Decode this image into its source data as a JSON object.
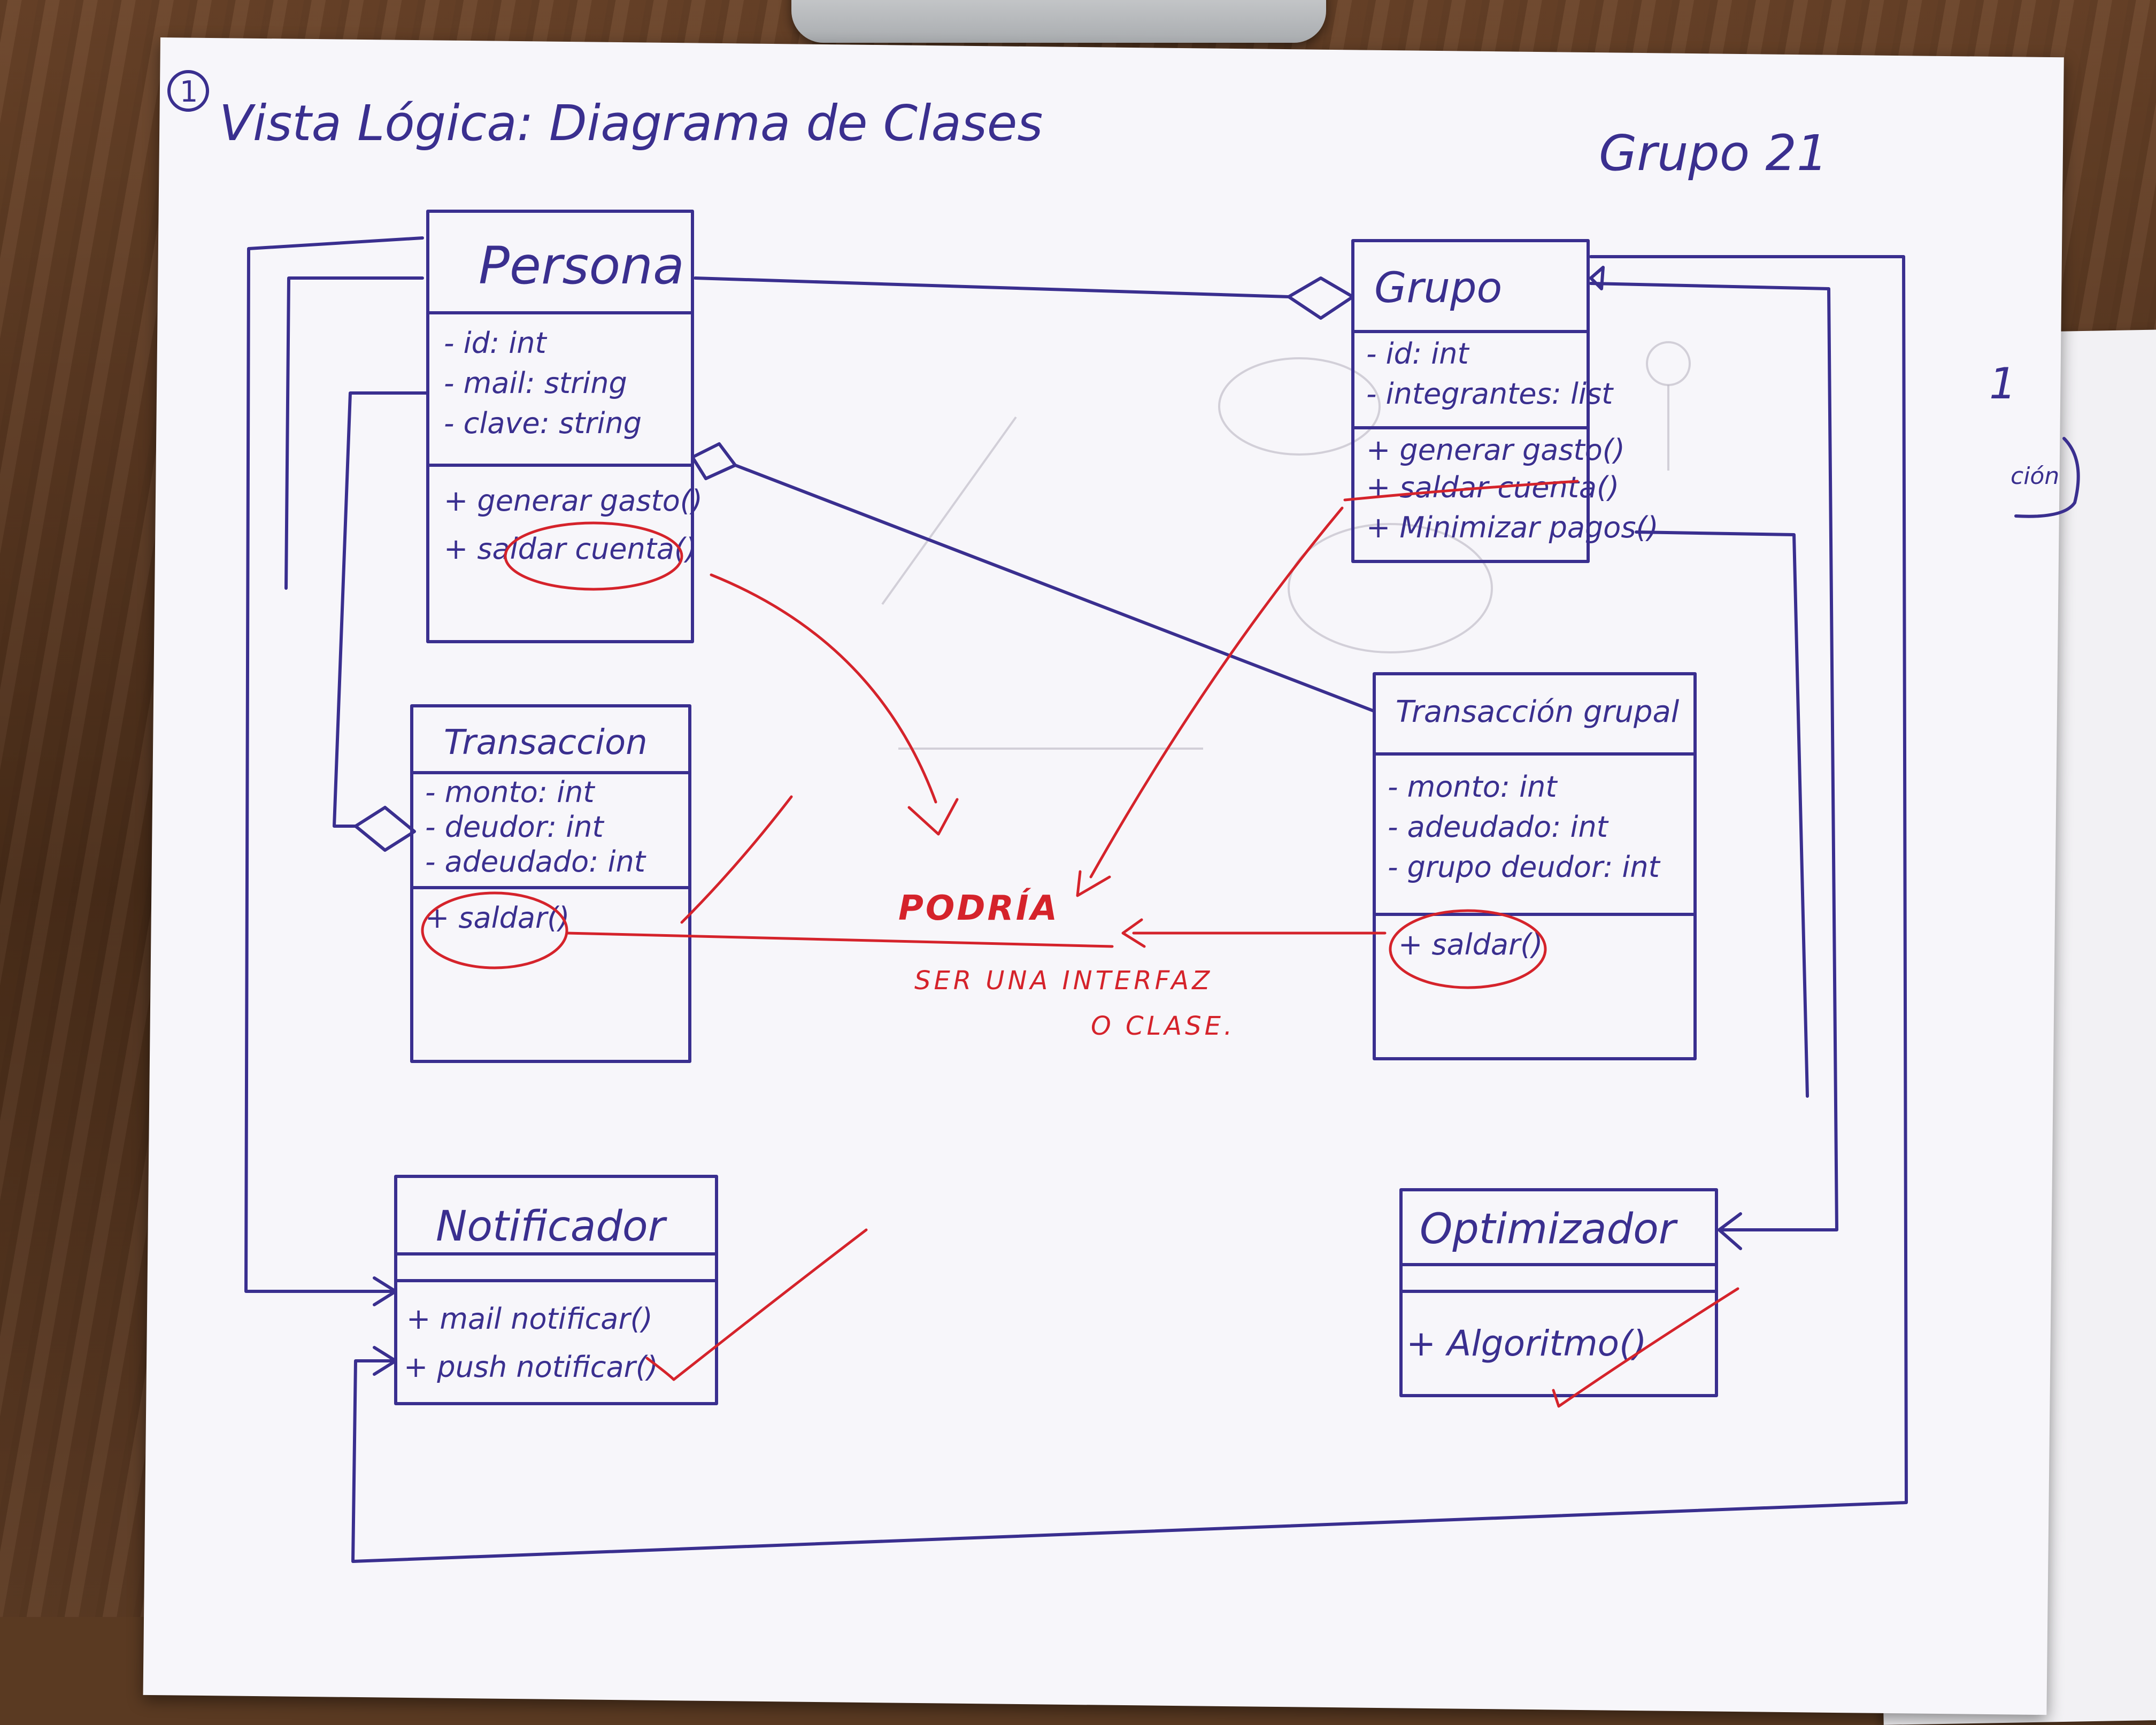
{
  "header": {
    "number": "1",
    "title": "Vista Lógica: Diagrama de Clases",
    "group": "Grupo 21"
  },
  "classes": {
    "persona": {
      "name": "Persona",
      "attributes": [
        "- id: int",
        "- mail: string",
        "- clave: string"
      ],
      "methods": [
        "+ generar gasto()",
        "+ saldar cuenta()"
      ]
    },
    "grupo": {
      "name": "Grupo",
      "attributes": [
        "- id: int",
        "- integrantes: list"
      ],
      "methods": [
        "+ generar gasto()",
        "+ saldar cuenta()",
        "+ Minimizar pagos()"
      ]
    },
    "transaccion": {
      "name": "Transaccion",
      "attributes": [
        "- monto: int",
        "- deudor: int",
        "- adeudado: int"
      ],
      "methods": [
        "+ saldar()"
      ]
    },
    "transaccion_grupal": {
      "name": "Transacción grupal",
      "attributes": [
        "- monto: int",
        "- adeudado: int",
        "- grupo deudor: int"
      ],
      "methods": [
        "+ saldar()"
      ]
    },
    "notificador": {
      "name": "Notificador",
      "attributes": [],
      "methods": [
        "+ mail notificar()",
        "+ push notificar()"
      ]
    },
    "optimizador": {
      "name": "Optimizador",
      "attributes": [],
      "methods": [
        "+ Algoritmo()"
      ]
    }
  },
  "annotations": {
    "note_line1": "PODRÍA",
    "note_line2": "SER UNA INTERFAZ",
    "note_line3": "O CLASE.",
    "side_fragment_1": "1",
    "side_fragment_2": "ción"
  },
  "colors": {
    "ink": "#3a2f8f",
    "correction": "#d5232b",
    "paper": "#f7f6fa"
  }
}
